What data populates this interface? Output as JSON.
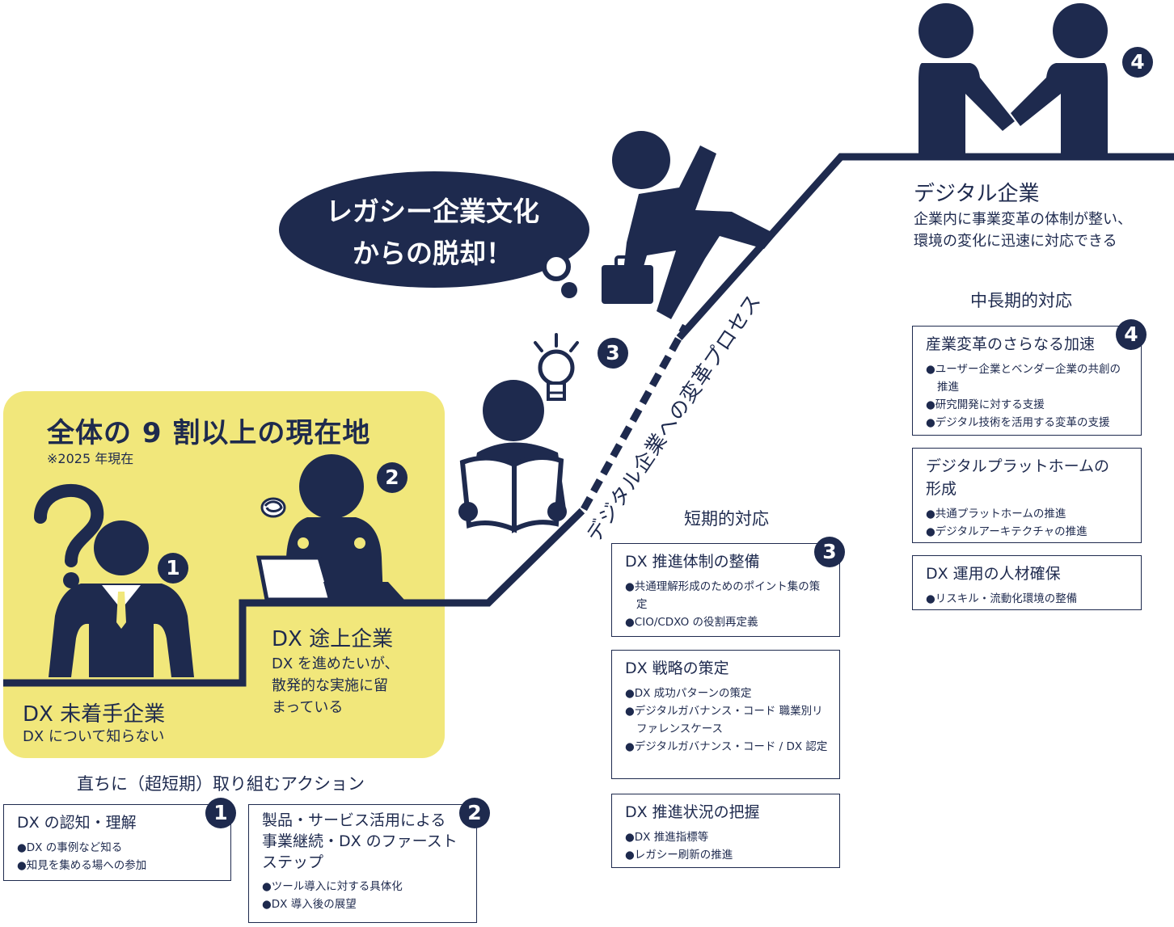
{
  "main": {
    "title": "全体の 9 割以上の現在地",
    "note": "※2025 年現在",
    "bubble_line1": "レガシー企業文化",
    "bubble_line2": "からの脱却！",
    "diagonal_label": "デジタル企業への変革プロセス"
  },
  "stages": [
    {
      "num": "1",
      "title": "DX 未着手企業",
      "desc": [
        "DX について知らない"
      ]
    },
    {
      "num": "2",
      "title": "DX 途上企業",
      "desc": [
        "DX を進めたいが、",
        "散発的な実施に留",
        "まっている"
      ]
    },
    {
      "num": "3"
    },
    {
      "num": "4",
      "title": "デジタル企業",
      "desc": [
        "企業内に事業変革の体制が整い、",
        "環境の変化に迅速に対応できる"
      ]
    }
  ],
  "sections": {
    "immediate": "直ちに（超短期）取り組むアクション",
    "short": "短期的対応",
    "long": "中長期的対応"
  },
  "boxes": {
    "b1": {
      "badge": "1",
      "title": "DX の認知・理解",
      "items": [
        "DX の事例など知る",
        "知見を集める場への参加"
      ]
    },
    "b2": {
      "badge": "2",
      "title_lines": [
        "製品・サービス活用による",
        "事業継続・DX のファースト",
        "ステップ"
      ],
      "items": [
        "ツール導入に対する具体化",
        "DX 導入後の展望"
      ]
    },
    "b3a": {
      "badge": "3",
      "title": "DX 推進体制の整備",
      "items": [
        "共通理解形成のためのポイント集の策定",
        "CIO/CDXO の役割再定義"
      ]
    },
    "b3b": {
      "title": "DX 戦略の策定",
      "items": [
        "DX 成功パターンの策定",
        "デジタルガバナンス・コード 職業別リファレンスケース",
        "デジタルガバナンス・コード / DX 認定"
      ]
    },
    "b3c": {
      "title": "DX 推進状況の把握",
      "items": [
        "DX 推進指標等",
        "レガシー刷新の推進"
      ]
    },
    "b4a": {
      "badge": "4",
      "title": "産業変革のさらなる加速",
      "items": [
        "ユーザー企業とベンダー企業の共創の推進",
        "研究開発に対する支援",
        "デジタル技術を活用する変革の支援"
      ]
    },
    "b4b": {
      "title_lines": [
        "デジタルプラットホームの",
        "形成"
      ],
      "items": [
        "共通プラットホームの推進",
        "デジタルアーキテクチャの推進"
      ]
    },
    "b4c": {
      "title": "DX 運用の人材確保",
      "items": [
        "リスキル・流動化環境の整備"
      ]
    }
  },
  "colors": {
    "navy": "#1e2a4e",
    "yellow": "#f1e77b"
  },
  "icons": [
    "question-mark-icon",
    "businessman-icon",
    "laptop-worker-icon",
    "tangle-thought-icon",
    "reading-person-icon",
    "lightbulb-icon",
    "climbing-person-icon",
    "briefcase-icon",
    "handshake-icon"
  ]
}
